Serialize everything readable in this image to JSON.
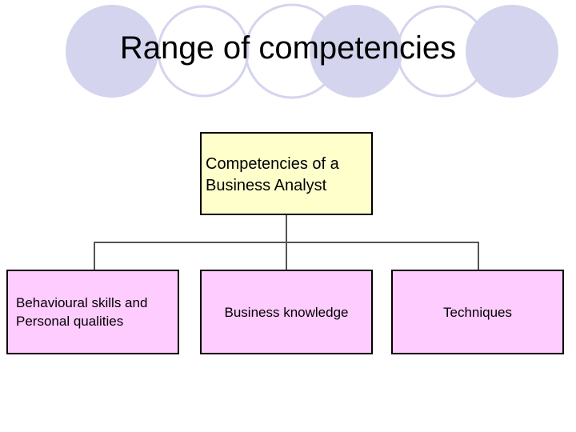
{
  "slide": {
    "title": "Range of competencies"
  },
  "decoration": {
    "circle_fill": "#d4d4ee",
    "circle_stroke": "#d4d4ee"
  },
  "diagram": {
    "root": {
      "line1": "Competencies of a",
      "line2": "Business Analyst",
      "fill": "#ffffcc"
    },
    "children": [
      {
        "line1": "Behavioural skills and",
        "line2": "Personal qualities"
      },
      {
        "label": "Business knowledge"
      },
      {
        "label": "Techniques"
      }
    ],
    "child_fill": "#ffccff",
    "connector_color": "#555555"
  }
}
